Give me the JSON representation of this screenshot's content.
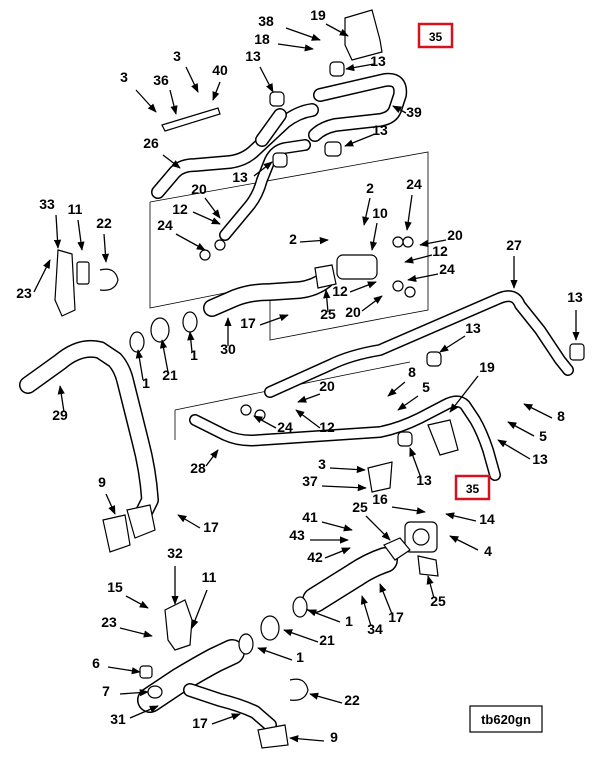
{
  "diagram": {
    "figure_code": "tb620gn",
    "highlighted_callout": "35",
    "highlight_color": "#d4141c",
    "labels": {
      "l38": "38",
      "l19a": "19",
      "l18": "18",
      "l35a": "35",
      "l13a": "13",
      "l3a": "3",
      "l36": "36",
      "l40": "40",
      "l3b": "3",
      "l13b": "13",
      "l39": "39",
      "l13c": "13",
      "l26": "26",
      "l13d": "13",
      "l2a": "2",
      "l10": "10",
      "l24a": "24",
      "l20a": "20",
      "l12a": "12",
      "l24b": "24",
      "l33": "33",
      "l11a": "11",
      "l22a": "22",
      "l2b": "2",
      "l20b": "20",
      "l12b": "12",
      "l24c": "24",
      "l23a": "23",
      "l27": "27",
      "l12c": "12",
      "l20c": "20",
      "l25a": "25",
      "l17a": "17",
      "l13e": "13",
      "l13f": "13",
      "l30": "30",
      "l1a": "1",
      "l21a": "21",
      "l1b": "1",
      "l20d": "20",
      "l8a": "8",
      "l5a": "5",
      "l19b": "19",
      "l29": "29",
      "l24d": "24",
      "l12d": "12",
      "l8b": "8",
      "l28": "28",
      "l5b": "5",
      "l3c": "3",
      "l13g": "13",
      "l13h": "13",
      "l37": "37",
      "l35b": "35",
      "l9a": "9",
      "l16": "16",
      "l17b": "17",
      "l14": "14",
      "l41": "41",
      "l25b": "25",
      "l43": "43",
      "l42": "42",
      "l4": "4",
      "l32": "32",
      "l15": "15",
      "l11b": "11",
      "l25c": "25",
      "l17c": "17",
      "l23b": "23",
      "l1c": "1",
      "l34": "34",
      "l21b": "21",
      "l6": "6",
      "l1d": "1",
      "l7": "7",
      "l22b": "22",
      "l31": "31",
      "l17d": "17",
      "l9b": "9"
    }
  }
}
